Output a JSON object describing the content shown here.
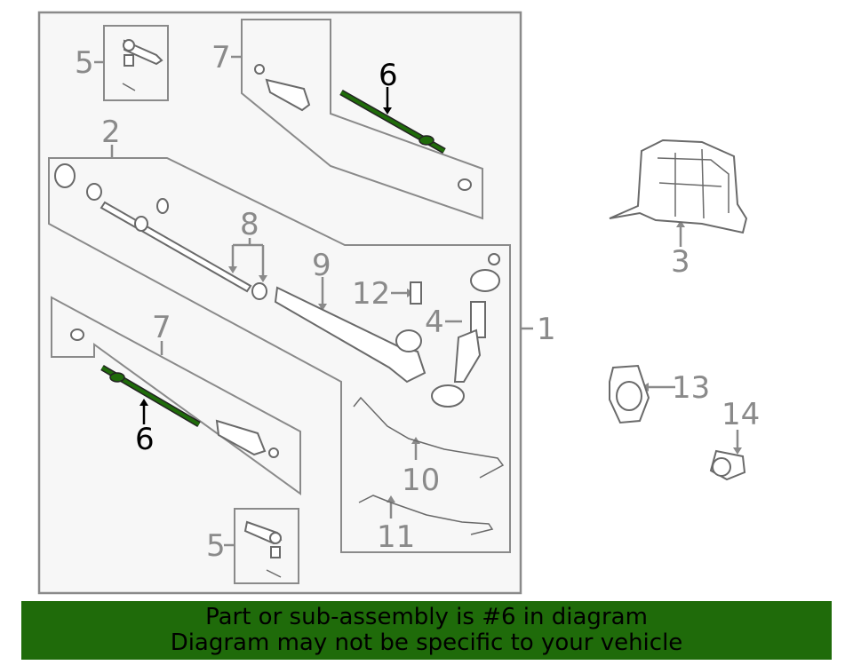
{
  "labels": {
    "l1": "1",
    "l2": "2",
    "l3": "3",
    "l4": "4",
    "l5_top": "5",
    "l5_bottom": "5",
    "l6_top": "6",
    "l6_bottom": "6",
    "l7_top": "7",
    "l7_bottom": "7",
    "l8": "8",
    "l9": "9",
    "l10": "10",
    "l11": "11",
    "l12": "12",
    "l13": "13",
    "l14": "14"
  },
  "banner": {
    "line1": "Part or sub-assembly is #6 in diagram",
    "line2": "Diagram may not be specific to your vehicle",
    "background": "#1f6b0a"
  },
  "colors": {
    "highlight_part": "#1f6b0a",
    "line_gray": "#8a8a8a",
    "panel_bg": "#f7f7f7"
  }
}
